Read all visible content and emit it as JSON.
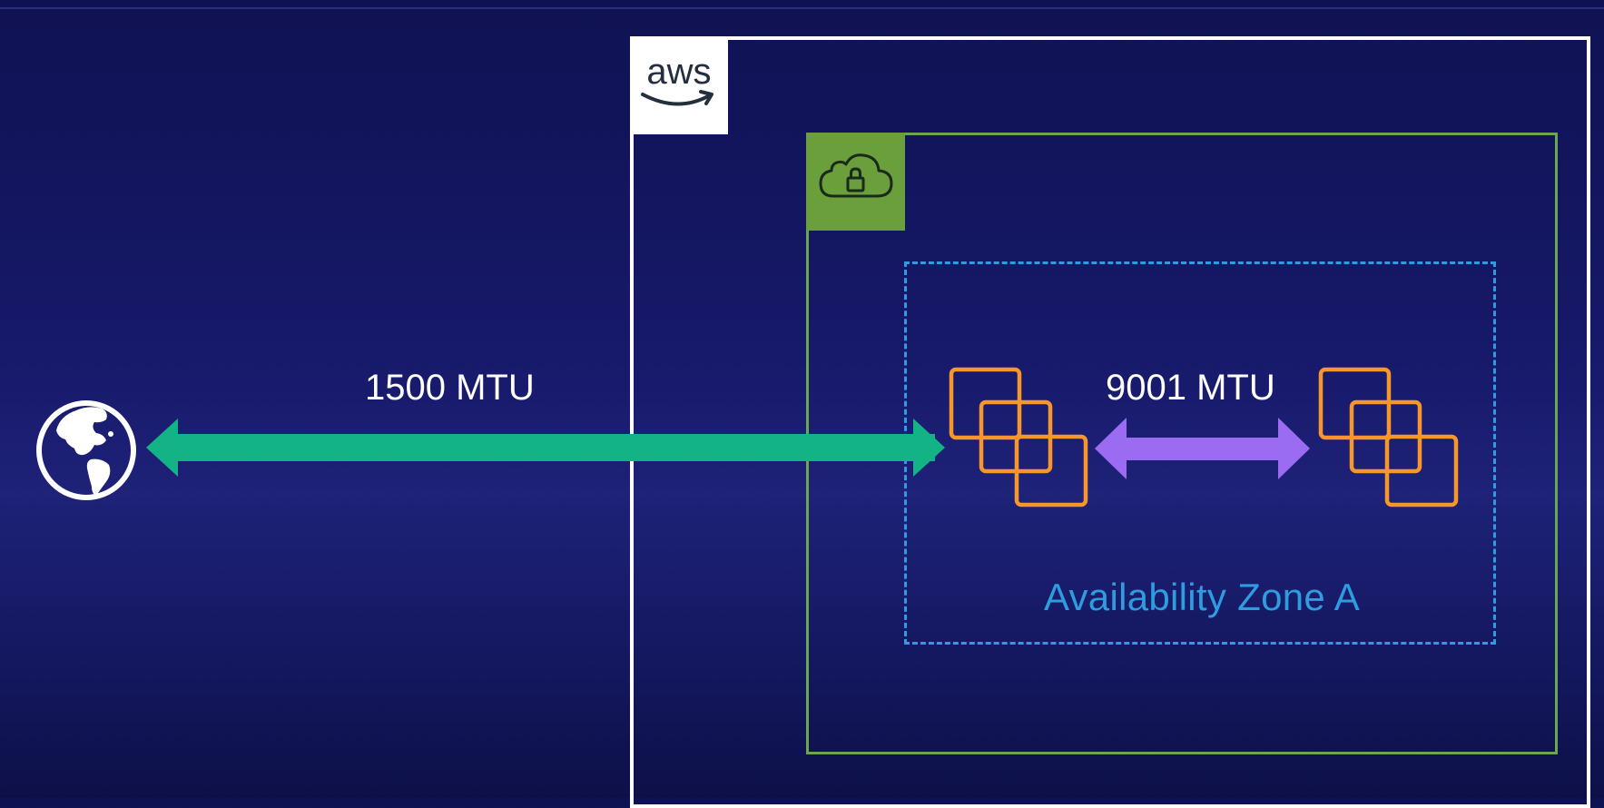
{
  "diagram": {
    "aws_box": {
      "logo_text": "aws",
      "logo_icon": "aws-logo-icon",
      "border_color": "#ffffff"
    },
    "vpc_box": {
      "icon": "cloud-lock-icon",
      "color": "#6a9f3b"
    },
    "availability_zone": {
      "label": "Availability Zone A",
      "color": "#2f9ce0"
    },
    "internet": {
      "icon": "globe-icon"
    },
    "links": {
      "public": {
        "label": "1500 MTU",
        "color": "#14b386"
      },
      "internal": {
        "label": "9001 MTU",
        "color": "#9b6bf2"
      }
    },
    "instances": {
      "icon": "ec2-instances-icon",
      "color": "#f7972b"
    }
  }
}
